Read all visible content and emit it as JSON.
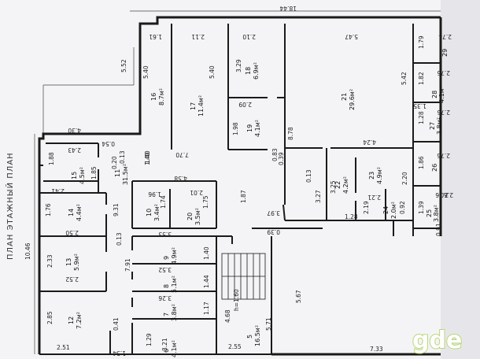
{
  "plan": {
    "side_title": "ПЛАН ЭТАЖНЫЙ ПЛАН",
    "overall_dims": [
      "18.44",
      "10.46",
      "7.33",
      "4.30",
      "5.52"
    ],
    "rooms": [
      {
        "num": "16",
        "area": "8.7м²",
        "w": "1.61",
        "h": "5.40"
      },
      {
        "num": "17",
        "area": "11.4м²",
        "w": "2.11",
        "h": "5.40"
      },
      {
        "num": "18",
        "area": "6.9м²",
        "w": "2.10",
        "h": "3.29"
      },
      {
        "num": "19",
        "area": "4.1м²",
        "w": "2.09",
        "h": "1.98"
      },
      {
        "num": "21",
        "area": "29.6м²",
        "w": "5.47",
        "h": "5.42"
      },
      {
        "num": "15",
        "area": "4.5м²",
        "w": "2.43",
        "h": "1.85"
      },
      {
        "num": "11",
        "area": "31.5м²",
        "w": "0.20",
        "h": "1.40"
      },
      {
        "num": "14",
        "area": "4.4м²",
        "w": "2.41",
        "h": "1.76"
      },
      {
        "num": "13",
        "area": "5.9м²",
        "w": "2.50",
        "h": "2.33"
      },
      {
        "num": "12",
        "area": "7.2м²",
        "w": "2.52",
        "h": "2.85"
      },
      {
        "num": "10",
        "area": "3.4м²",
        "w": "1.96",
        "h": "1.74"
      },
      {
        "num": "20",
        "area": "3.5м²",
        "w": "2.01",
        "h": "1.75"
      },
      {
        "num": "9",
        "area": "4.9м²",
        "w": "3.53",
        "h": "1.40"
      },
      {
        "num": "8",
        "area": "5.1м²",
        "w": "3.52",
        "h": "1.44"
      },
      {
        "num": "7",
        "area": "3.8м²",
        "w": "3.26",
        "h": "1.17"
      },
      {
        "num": "6",
        "area": "4.1м²",
        "w": "3.21",
        "h": "1.29"
      },
      {
        "num": "5",
        "area": "16.5м²",
        "w": "2.55",
        "h": "5.71"
      },
      {
        "num": "22",
        "area": "4.2м²",
        "w": "3.25",
        "h": "3.27"
      },
      {
        "num": "23",
        "area": "4.9м²",
        "w": "2.20",
        "h": "4.24"
      },
      {
        "num": "24",
        "area": "2.0м²",
        "w": "2.19",
        "h": "1.28"
      },
      {
        "num": "25",
        "area": "3.8м²",
        "w": "1.39",
        "h": "2.76"
      },
      {
        "num": "26",
        "area": "",
        "w": "1.86",
        "h": "2.76"
      },
      {
        "num": "27",
        "area": "3.8м²",
        "w": "1.28",
        "h": "2.75"
      },
      {
        "num": "28",
        "area": "4.1м²",
        "w": "1.82",
        "h": "2.75"
      },
      {
        "num": "29",
        "area": "",
        "w": "1.79",
        "h": "2.74"
      }
    ],
    "extra_dims": [
      "1.88",
      "0.54",
      "9.31",
      "1.40",
      "7.70",
      "4.58",
      "0.13",
      "7.91",
      "0.41",
      "1.34",
      "2.51",
      "1.87",
      "3.97",
      "0.39",
      "0.83",
      "0.39",
      "8.78",
      "0.13",
      "2.21",
      "0.92",
      "5.67",
      "4.68",
      "h=1.60",
      "1.35",
      "0.13",
      "0.91",
      "2.60"
    ],
    "watermark": "gde"
  }
}
